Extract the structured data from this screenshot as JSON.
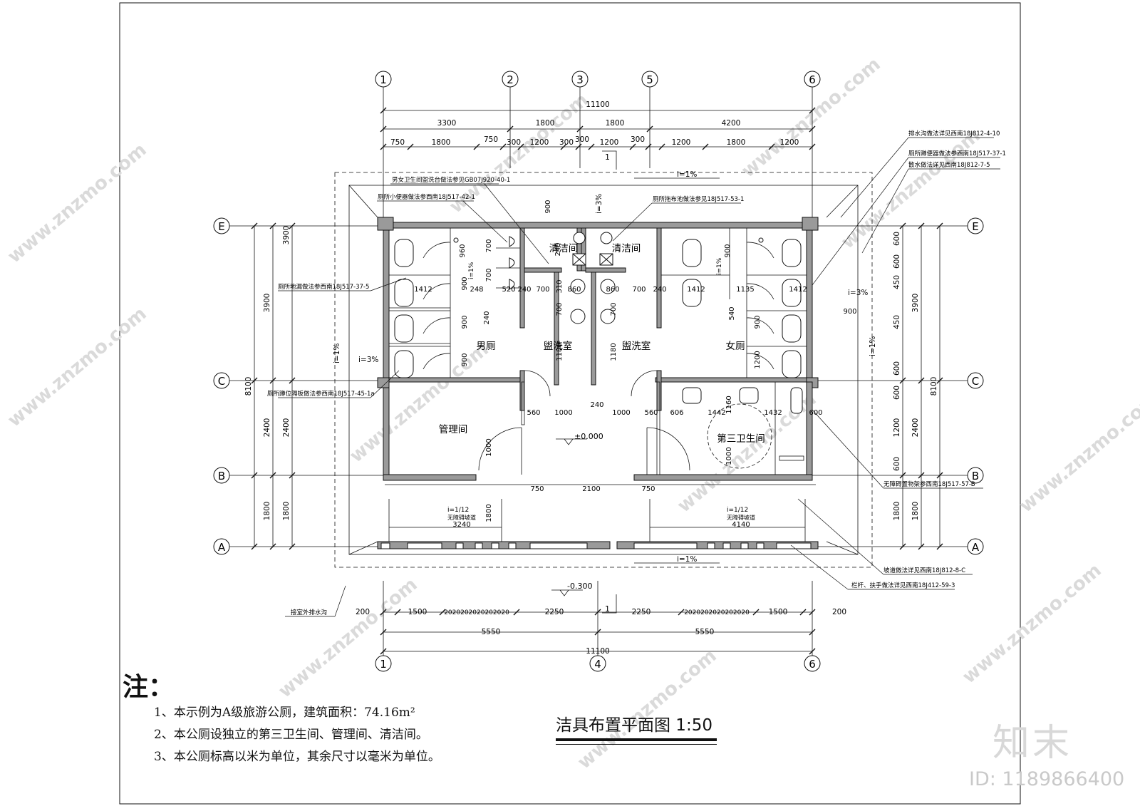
{
  "drawing": {
    "title": "洁具布置平面图 1:50",
    "notes_title": "注：",
    "notes": [
      "1、本示例为A级旅游公厕，建筑面积：74.16m²",
      "2、本公厕设独立的第三卫生间、管理间、清洁间。",
      "3、本公厕标高以米为单位，其余尺寸以毫米为单位。"
    ]
  },
  "axes": {
    "top": [
      "1",
      "2",
      "3",
      "5",
      "6"
    ],
    "bottom": [
      "1",
      "4",
      "6"
    ],
    "left": [
      "E",
      "C",
      "B",
      "A"
    ],
    "right": [
      "E",
      "C",
      "B",
      "A"
    ]
  },
  "dimensions": {
    "top_overall": "11100",
    "top_row2": [
      "3300",
      "1800",
      "1800",
      "4200"
    ],
    "top_row3": [
      "750",
      "1800",
      "750",
      "300",
      "1200",
      "300",
      "300",
      "1200",
      "300",
      "1200",
      "1800",
      "1200"
    ],
    "bottom_row1": [
      "200",
      "1500",
      "2020202020202020",
      "2250",
      "2250",
      "2020202020202020",
      "1500",
      "200"
    ],
    "bottom_row2": [
      "5550",
      "5550"
    ],
    "bottom_overall": "11100",
    "left_outer": "8100",
    "left_mid": [
      "3900",
      "2400",
      "1800"
    ],
    "left_inner": [
      "3900",
      "2400",
      "1800"
    ],
    "right_outer": "8100",
    "right_mid": [
      "3900",
      "2400",
      "1800"
    ],
    "right_inner": [
      "600",
      "600",
      "450",
      "450",
      "600",
      "600",
      "1200",
      "600",
      "1800"
    ],
    "interior": [
      "960",
      "700",
      "700",
      "900",
      "900",
      "900",
      "1412",
      "248",
      "520",
      "240",
      "700",
      "860",
      "860",
      "700",
      "240",
      "1412",
      "1135",
      "1412",
      "240",
      "310",
      "700",
      "700",
      "1180",
      "1180",
      "560",
      "1000",
      "240",
      "1000",
      "560",
      "606",
      "1442",
      "1432",
      "600",
      "1160",
      "1000",
      "750",
      "2100",
      "750",
      "3240",
      "4140",
      "1800",
      "1000",
      "900",
      "240",
      "540",
      "900",
      "900",
      "1200",
      "900"
    ]
  },
  "rooms": [
    "男厕",
    "盥洗室",
    "盥洗室",
    "女厕",
    "清洁间",
    "清洁间",
    "管理间",
    "第三卫生间"
  ],
  "levels": [
    "±0.000",
    "-0.300"
  ],
  "slopes": [
    "i=1%",
    "i=3%",
    "i=1%",
    "i=3%",
    "i=3%",
    "i=1%",
    "i=1%",
    "i=1/12",
    "i=1/12",
    "i=1%",
    "i=1%"
  ],
  "ramp_labels": [
    "无障碍坡道",
    "无障碍坡道"
  ],
  "section_mark": "1",
  "annotations": [
    "男女卫生间盥洗台做法参见GB07J920-40-1",
    "厕所小便器做法参西南18J517-42-1",
    "厕所拖布池做法参见18J517-53-1",
    "排水沟做法详见西南18J812-4-10",
    "厕所蹲便器做法参西南18J517-37-1",
    "散水做法详见西南18J812-7-5",
    "厕所地漏做法参西南18J517-37-5",
    "厕所蹲位隔板做法参西南18J517-45-1a",
    "无障碍置物架参西南18J517-57-B",
    "坡道做法详见西南18J812-8-C",
    "栏杆、扶手做法详见西南18J412-59-3",
    "接室外排水沟"
  ],
  "watermarks": {
    "site": "www.znzmo.com",
    "logo": "知末",
    "id": "ID: 1189866400"
  },
  "colors": {
    "line": "#111111",
    "wall_fill": "#9a9a9a",
    "watermark": "#d0d0d0"
  }
}
